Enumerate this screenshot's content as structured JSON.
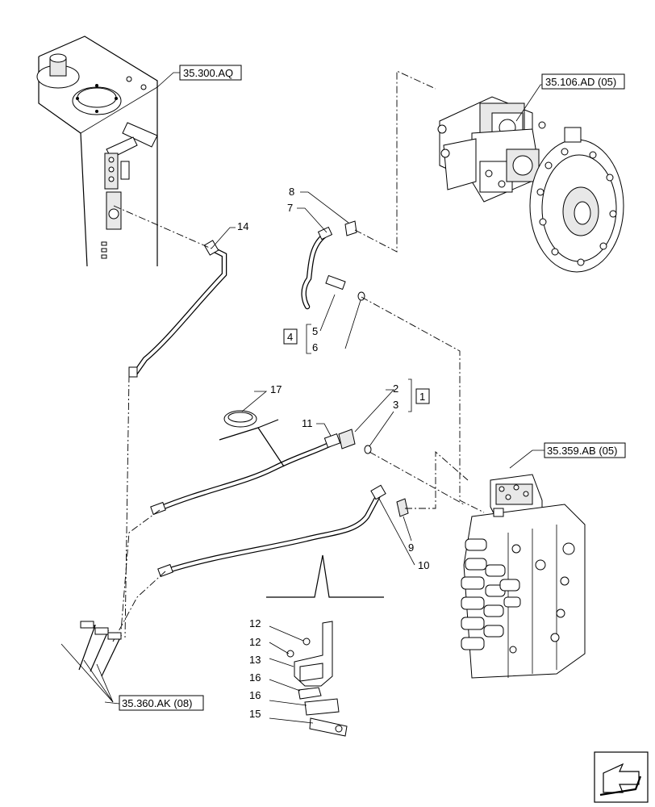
{
  "references": {
    "tank": "35.300.AQ",
    "pump": "35.106.AD (05)",
    "valve": "35.359.AB (05)",
    "hoses": "35.360.AK (08)"
  },
  "kits": {
    "kit_1": "1",
    "kit_4": "4"
  },
  "callouts": {
    "c2": "2",
    "c3": "3",
    "c5": "5",
    "c6": "6",
    "c7": "7",
    "c8": "8",
    "c9": "9",
    "c10": "10",
    "c11": "11",
    "c12a": "12",
    "c12b": "12",
    "c13": "13",
    "c14": "14",
    "c15": "15",
    "c16a": "16",
    "c16b": "16",
    "c17": "17"
  },
  "icons": {
    "navigation": "direction-arrow-icon"
  }
}
